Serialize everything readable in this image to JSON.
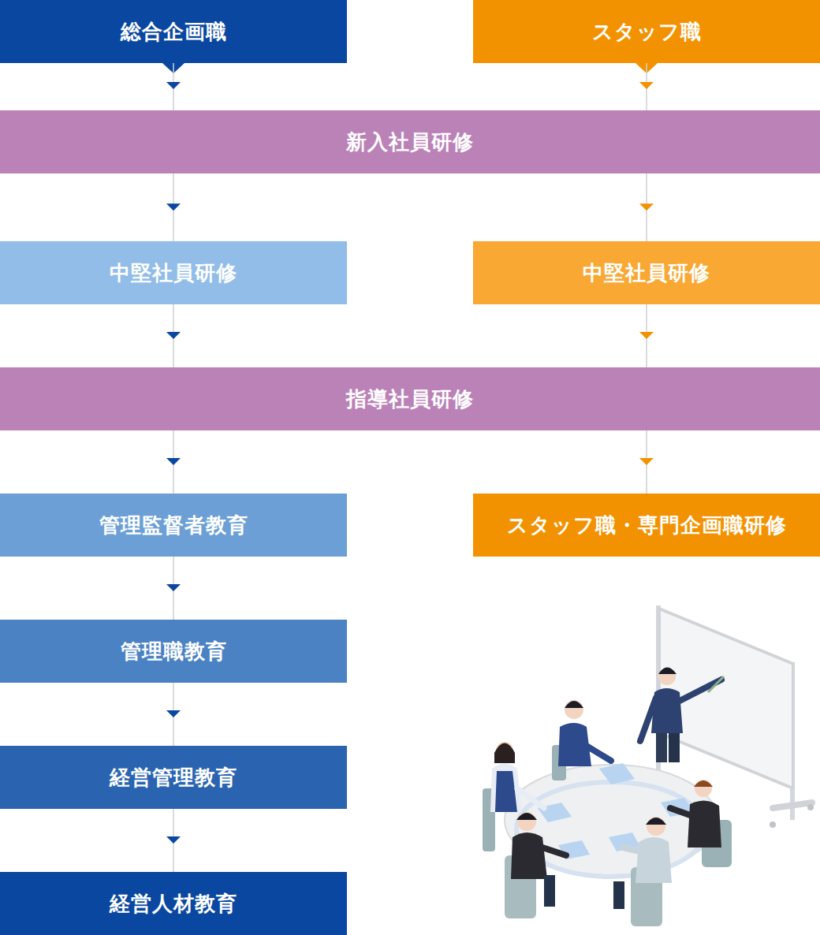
{
  "diagram": {
    "nodes": [
      {
        "text": [
          "総合企画職"
        ]
      },
      {
        "text": [
          "スタッフ職"
        ]
      },
      {
        "text": [
          "新入社員研修"
        ]
      },
      {
        "text": [
          "中堅社員研修"
        ]
      },
      {
        "text": [
          "中堅社員研修"
        ]
      },
      {
        "text": [
          "指導社員研修"
        ]
      },
      {
        "text": [
          "管理監督者教育"
        ]
      },
      {
        "text": [
          "スタッフ職・専門企画職研修"
        ]
      },
      {
        "text": [
          "管理職教育"
        ]
      },
      {
        "text": [
          "経営管理教育"
        ]
      },
      {
        "text": [
          "経営人材教育"
        ]
      }
    ],
    "edges": [
      {
        "from": 0,
        "to": 2,
        "arrow": "to"
      },
      {
        "from": 1,
        "to": 2,
        "arrow": "to"
      },
      {
        "from": 2,
        "to": 3,
        "arrow": "to"
      },
      {
        "from": 2,
        "to": 4,
        "arrow": "to"
      },
      {
        "from": 3,
        "to": 5,
        "arrow": "to"
      },
      {
        "from": 4,
        "to": 5,
        "arrow": "to"
      },
      {
        "from": 5,
        "to": 6,
        "arrow": "to"
      },
      {
        "from": 5,
        "to": 7,
        "arrow": "to"
      },
      {
        "from": 6,
        "to": 8,
        "arrow": "to"
      },
      {
        "from": 8,
        "to": 9,
        "arrow": "to"
      },
      {
        "from": 9,
        "to": 10,
        "arrow": "to"
      }
    ]
  }
}
